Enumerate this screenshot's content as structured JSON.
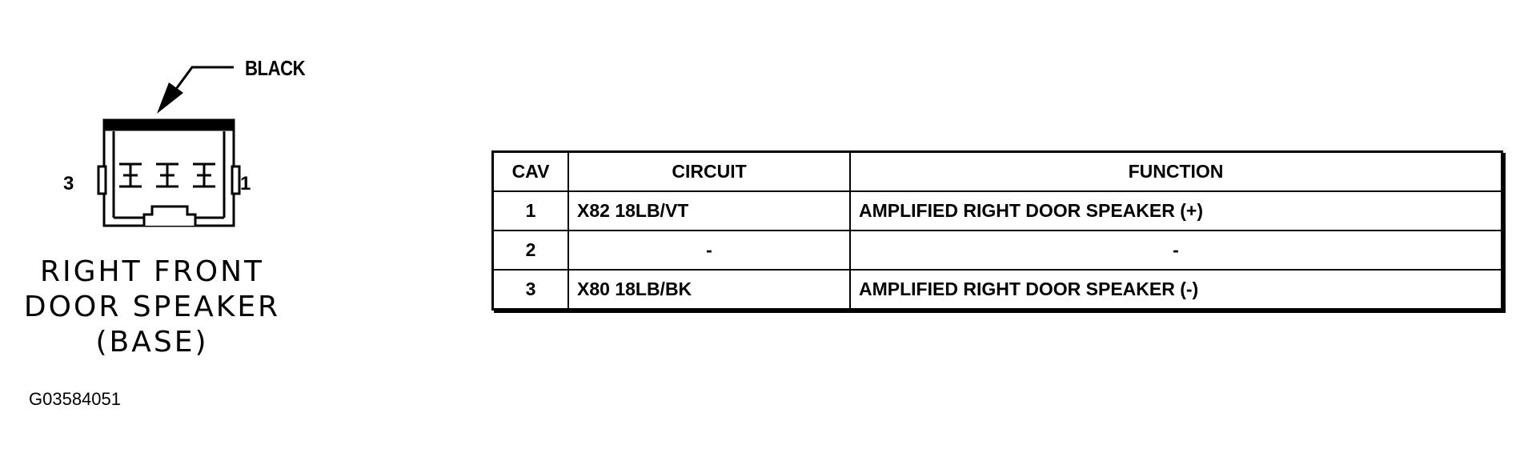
{
  "connector": {
    "wire_color": "BLACK",
    "pin_left": "3",
    "pin_right": "1",
    "title_lines": [
      "RIGHT FRONT",
      "DOOR SPEAKER",
      "(BASE)"
    ],
    "figure_id": "G03584051"
  },
  "table": {
    "headers": [
      "CAV",
      "CIRCUIT",
      "FUNCTION"
    ],
    "rows": [
      {
        "cav": "1",
        "circuit": "X82 18LB/VT",
        "function": "AMPLIFIED RIGHT DOOR SPEAKER (+)"
      },
      {
        "cav": "2",
        "circuit": "-",
        "function": "-"
      },
      {
        "cav": "3",
        "circuit": "X80 18LB/BK",
        "function": "AMPLIFIED RIGHT DOOR SPEAKER (-)"
      }
    ]
  }
}
